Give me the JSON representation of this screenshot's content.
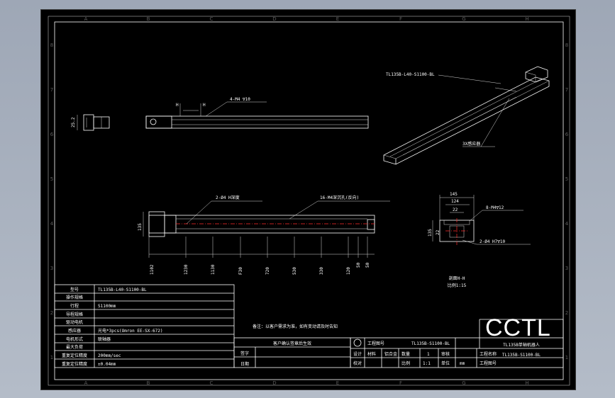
{
  "frame": {
    "column_letters": [
      "A",
      "B",
      "C",
      "D",
      "E",
      "F",
      "G",
      "H"
    ],
    "row_numbers": [
      "8",
      "7",
      "6",
      "5",
      "4",
      "3",
      "2",
      "1"
    ]
  },
  "views": {
    "side_dim_label": "25.2",
    "top_dims": {
      "h1": "H",
      "h2": "H",
      "hole_note": "4-M4 ∇10"
    },
    "iso_model_label": "TL135B-L40-S1100-BL",
    "iso_sensor_note": "3X感应器",
    "front_dims": {
      "pin_note": "2-Ø4 H深度",
      "tap_note": "16-M4深沉孔(反向)",
      "height": "135",
      "chain": [
        "1102",
        "1230",
        "1130",
        "F30",
        "720",
        "530",
        "330",
        "120",
        "50",
        "50"
      ]
    },
    "section": {
      "w1": "145",
      "w2": "124",
      "w3": "22",
      "h1": "135",
      "h2": "22",
      "tap_note": "8-M4∇12",
      "pin_note": "2-Ø4 H7∇10",
      "caption": "剖面H-H",
      "scale": "比例1:15"
    }
  },
  "spec_table": {
    "rows": [
      {
        "label": "型号",
        "value": "TL135B-L40-S1100-BL"
      },
      {
        "label": "操作规格",
        "value": ""
      },
      {
        "label": "行程",
        "value": "S1100mm"
      },
      {
        "label": "导程规格",
        "value": ""
      },
      {
        "label": "驱动电机",
        "value": ""
      },
      {
        "label": "感应器",
        "value": "光电*3pcs(Omron EE-SX-672)"
      },
      {
        "label": "电机形式",
        "value": "联轴器"
      },
      {
        "label": "最大负荷",
        "value": ""
      },
      {
        "label": "重复定位精度",
        "value": "200mm/sec"
      },
      {
        "label": "重复定位精度",
        "value": "±0.04mm"
      }
    ]
  },
  "notes": {
    "remark": "备注：以客户需求为准，如有变动请及时告知",
    "confirm": "客户确认签章后生效",
    "sign_label": "签字",
    "date_label": "日期"
  },
  "title_block": {
    "logo": "CCTL",
    "product_name": "TL135B单轴机器人",
    "drawing_no": "TL135B-S1100-BL",
    "part_code": "TL135B-S1100-BL",
    "labels": {
      "design": "设计",
      "check": "校对",
      "approve": "审核",
      "material_label": "材料",
      "qty_label": "数量",
      "scale_label": "比例",
      "sheet_label": "工程图号",
      "company_label": "工程名称",
      "unit_label": "单位"
    },
    "values": {
      "material": "铝合金",
      "qty": "1",
      "scale": "1:1",
      "unit": "mm"
    }
  }
}
